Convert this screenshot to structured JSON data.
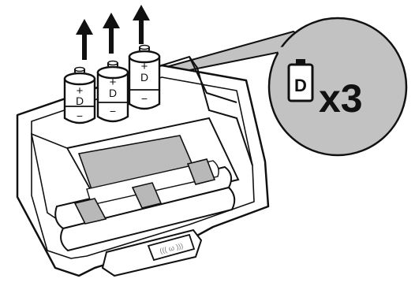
{
  "battery_label": "D",
  "polarity_positive": "+",
  "polarity_negative": "−",
  "callout": {
    "battery_icon_letter": "D",
    "quantity_text": "x3"
  },
  "arrows": {
    "direction": "up",
    "count": 3,
    "icon": "arrow-up-icon"
  },
  "colors": {
    "line": "#111111",
    "battery_fill": "#ffffff",
    "callout_fill": "#c2c2c2",
    "strap_fill": "#b8b8b8",
    "tray_fill": "#ffffff",
    "inner_panel": "#bdbdbd"
  }
}
